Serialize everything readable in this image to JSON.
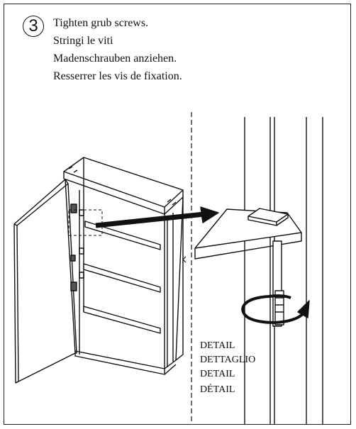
{
  "step": {
    "number": "3",
    "instructions": [
      "Tighten grub screws.",
      "Stringi le viti",
      "Madenschrauben anziehen.",
      "Resserrer les vis de fixation."
    ]
  },
  "detail_labels": [
    "DETAIL",
    "DETTAGLIO",
    "DETAIL",
    "DÉTAIL"
  ]
}
